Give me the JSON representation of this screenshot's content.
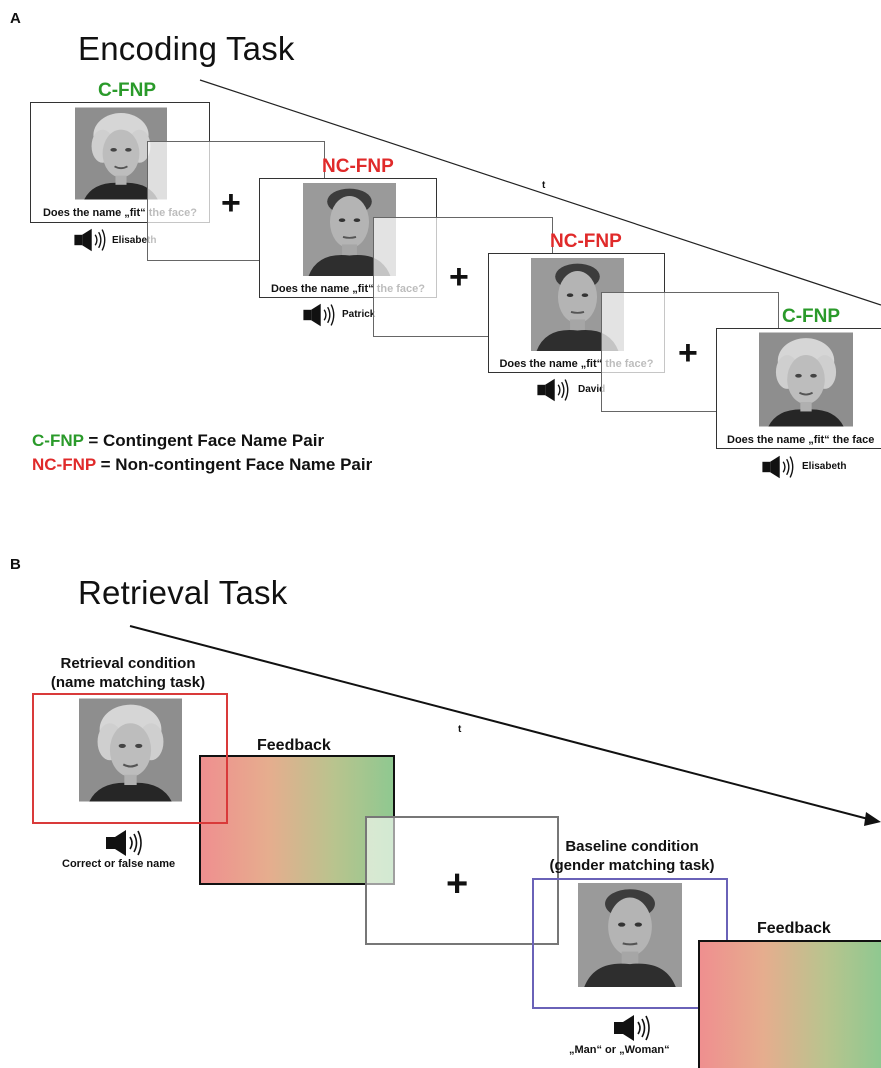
{
  "panel_a": {
    "letter": "A",
    "title": "Encoding Task",
    "time_label": "t",
    "trials": [
      {
        "condition": "C-FNP",
        "question": "Does the name „fit“ the face?",
        "name": "Elisabeth",
        "face": "elderly-woman"
      },
      {
        "condition": "NC-FNP",
        "question": "Does the name „fit“ the face?",
        "name": "Patrick",
        "face": "young-man"
      },
      {
        "condition": "NC-FNP",
        "question": "Does the name „fit“ the face?",
        "name": "David",
        "face": "young-man"
      },
      {
        "condition": "C-FNP",
        "question": "Does the name „fit“ the face",
        "name": "Elisabeth",
        "face": "elderly-woman"
      }
    ],
    "fixation": "+",
    "legend": [
      {
        "abbr": "C-FNP",
        "text": " = Contingent Face Name Pair",
        "color": "#2a9a2a"
      },
      {
        "abbr": "NC-FNP",
        "text": " = Non-contingent Face Name Pair",
        "color": "#e02a2a"
      }
    ]
  },
  "panel_b": {
    "letter": "B",
    "title": "Retrieval Task",
    "time_label": "t",
    "retrieval": {
      "line1": "Retrieval condition",
      "line2": "(name matching task)",
      "audio": "Correct or false name",
      "border_color": "#d93a3a"
    },
    "feedback_1": "Feedback",
    "fixation": "+",
    "baseline": {
      "line1": "Baseline condition",
      "line2": "(gender matching task)",
      "audio": "„Man“ or „Woman“",
      "border_color": "#6a62b8"
    },
    "feedback_2": "Feedback"
  },
  "icons": {
    "speaker": "speaker-icon",
    "timeline": "arrow-line"
  },
  "colors": {
    "green": "#2a9a2a",
    "red": "#e02a2a",
    "feedback_left": "#ef8f8f",
    "feedback_right": "#8fc890"
  }
}
